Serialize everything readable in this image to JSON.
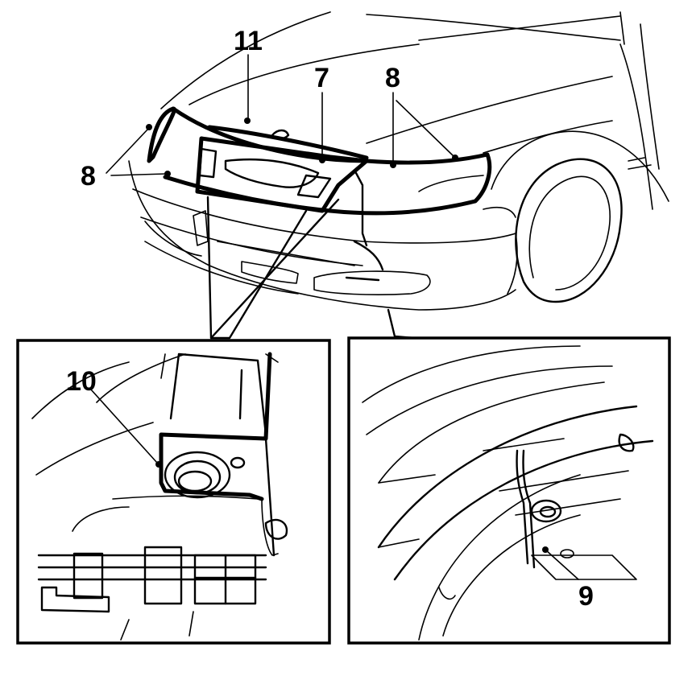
{
  "callouts": {
    "label_11": "11",
    "label_7": "7",
    "label_8_right": "8",
    "label_8_left": "8",
    "label_10": "10",
    "label_9": "9"
  }
}
